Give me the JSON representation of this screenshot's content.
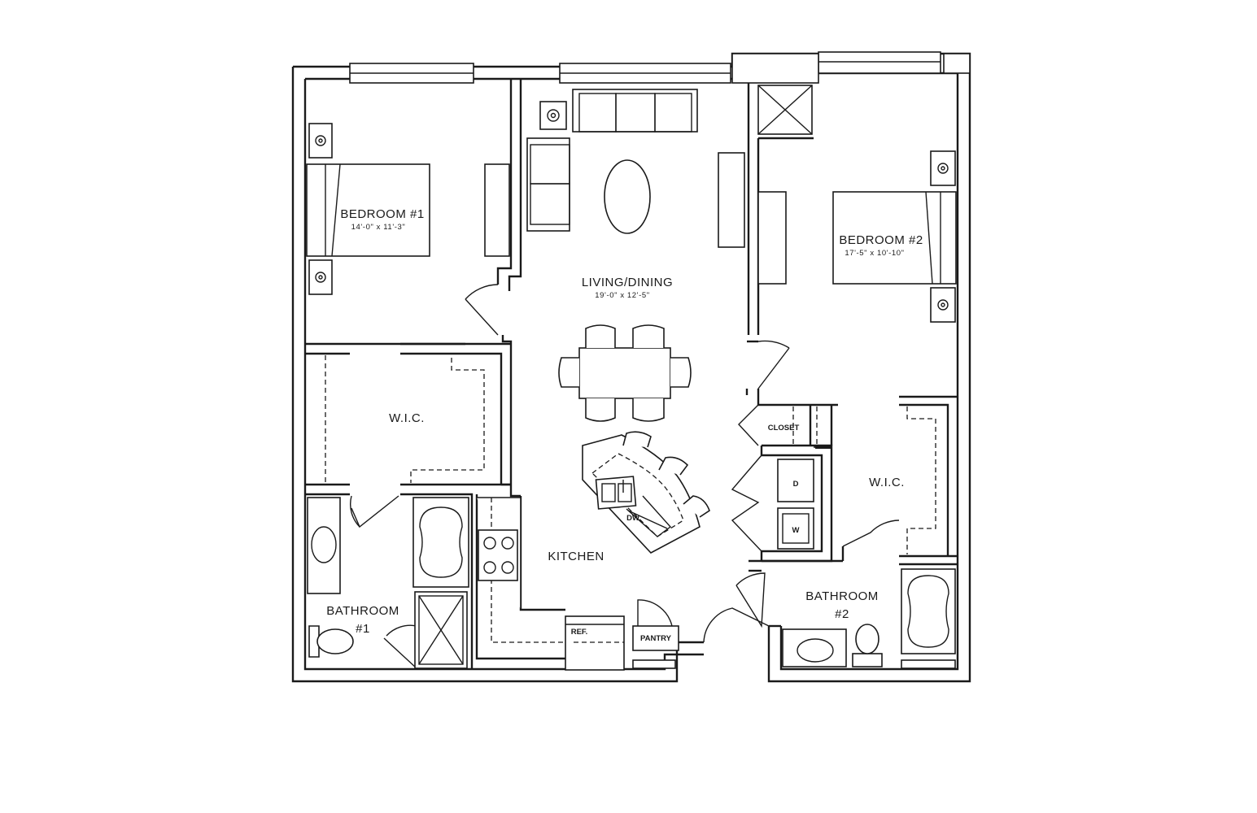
{
  "rooms": {
    "bedroom1": {
      "name": "BEDROOM  #1",
      "dims": "14'-0\" x 11'-3\""
    },
    "bedroom2": {
      "name": "BEDROOM  #2",
      "dims": "17'-5\" x 10'-10\""
    },
    "living": {
      "name": "LIVING/DINING",
      "dims": "19'-0\" x 12'-5\""
    },
    "wic1": {
      "name": "W.I.C."
    },
    "wic2": {
      "name": "W.I.C."
    },
    "kitchen": {
      "name": "KITCHEN"
    },
    "bathroom1": {
      "name": "BATHROOM",
      "number": "#1"
    },
    "bathroom2": {
      "name": "BATHROOM",
      "number": "#2"
    },
    "closet": {
      "name": "CLOSET"
    },
    "pantry": {
      "name": "PANTRY"
    }
  },
  "fixtures": {
    "dishwasher": "DW",
    "refrigerator": "REF.",
    "dryer": "D",
    "washer": "W"
  }
}
